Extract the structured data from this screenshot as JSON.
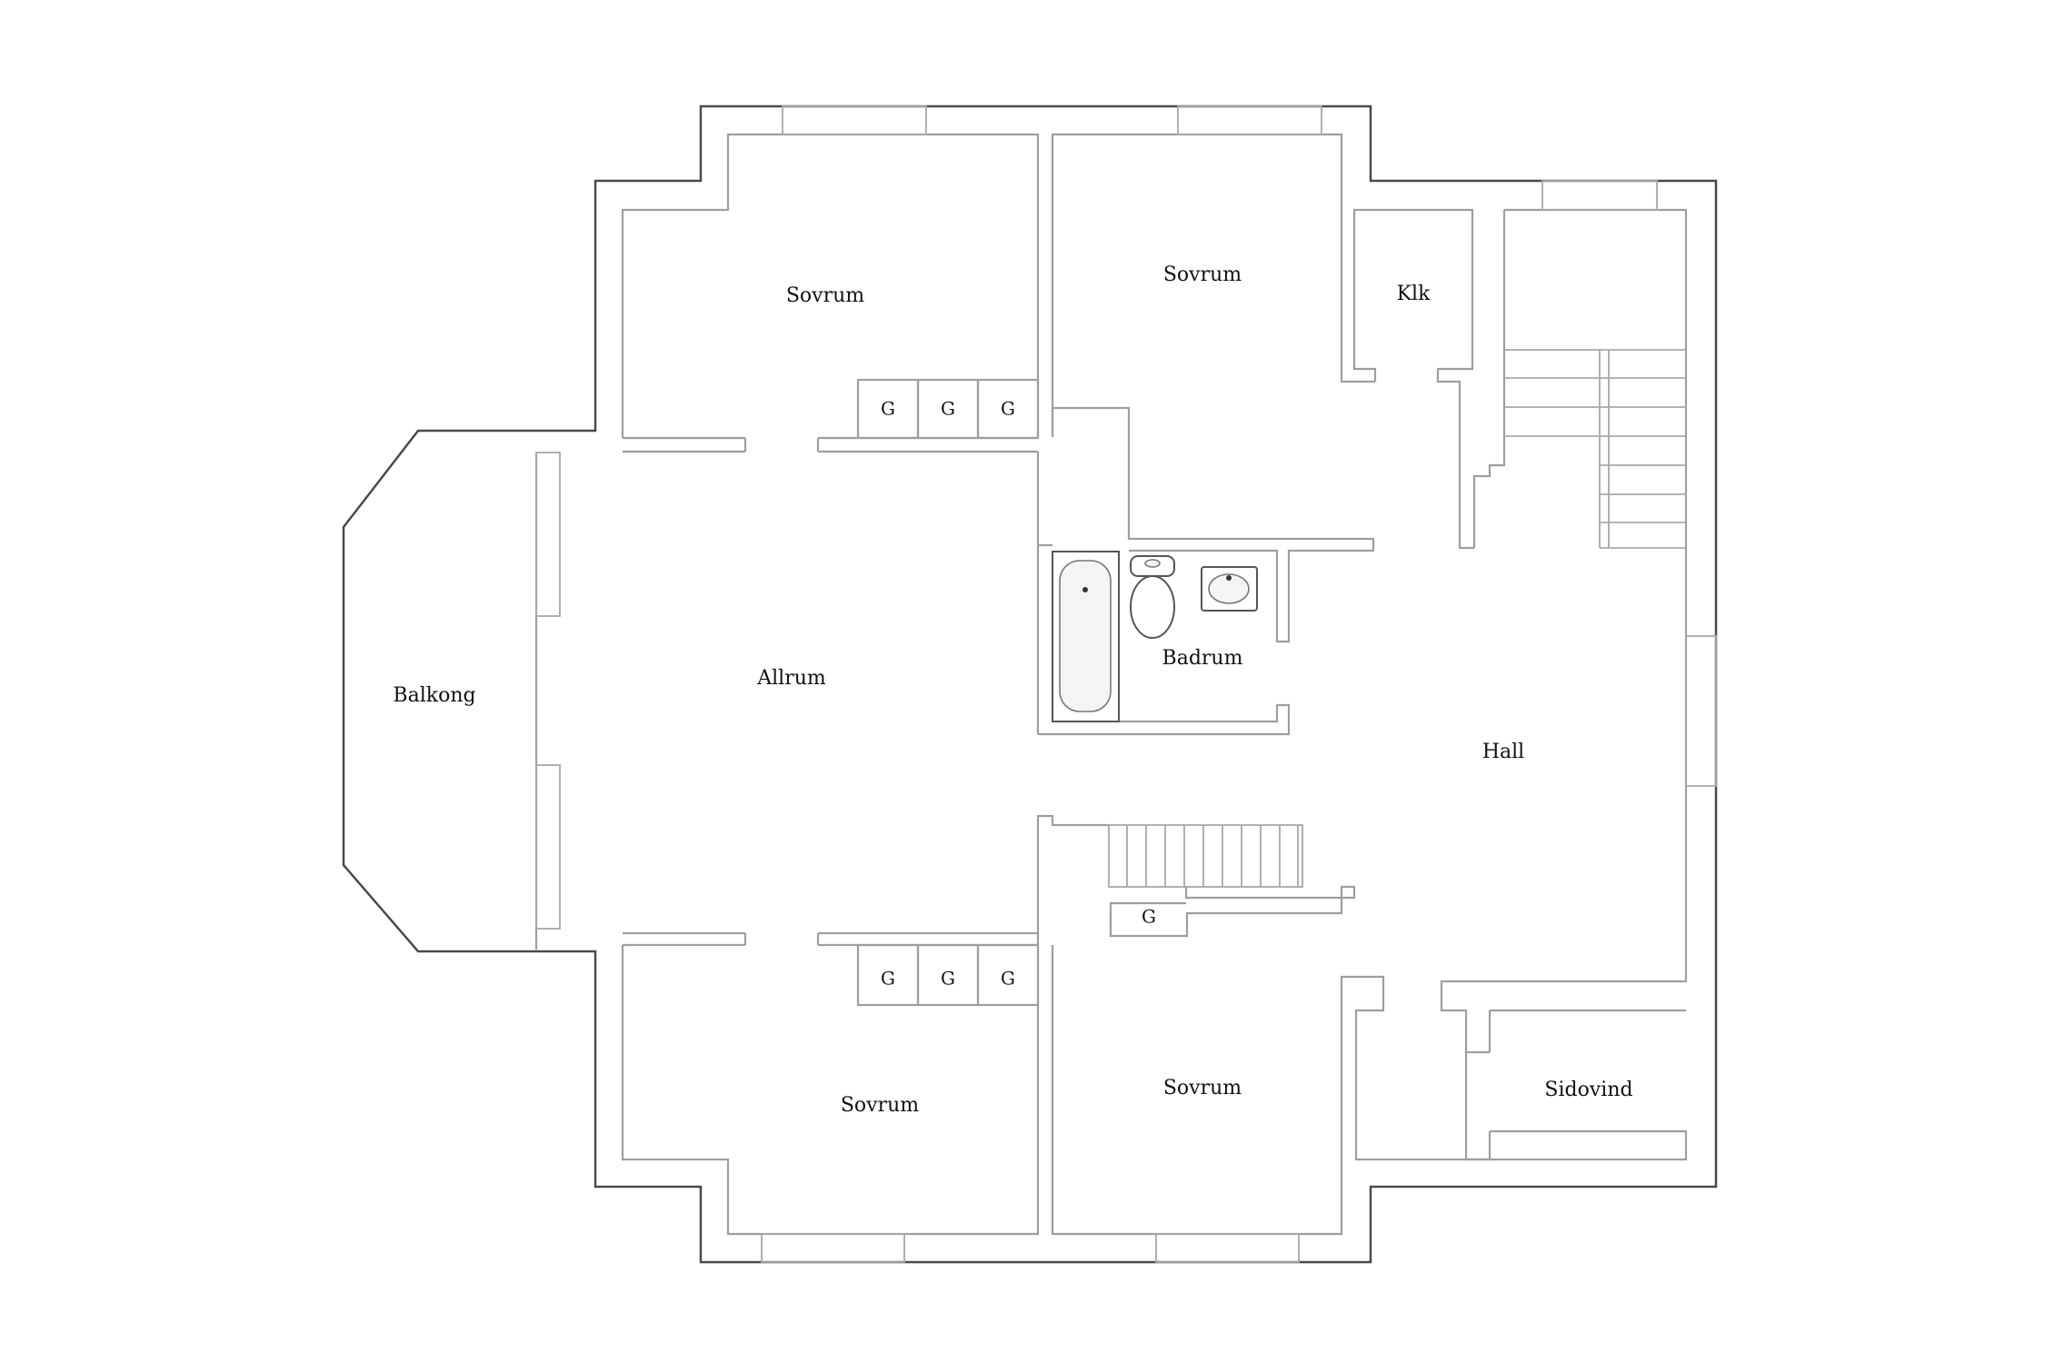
{
  "rooms": {
    "sovrum_top_left": "Sovrum",
    "sovrum_top_right": "Sovrum",
    "klk": "Klk",
    "allrum": "Allrum",
    "badrum": "Badrum",
    "balkong": "Balkong",
    "hall": "Hall",
    "sovrum_bottom_left": "Sovrum",
    "sovrum_bottom_right": "Sovrum",
    "sidovind": "Sidovind"
  },
  "wardrobes": {
    "top": [
      "G",
      "G",
      "G"
    ],
    "bottom": [
      "G",
      "G",
      "G"
    ],
    "stair": "G"
  },
  "icons": [
    "bathtub-icon",
    "toilet-icon",
    "sink-icon",
    "staircase-icon"
  ]
}
